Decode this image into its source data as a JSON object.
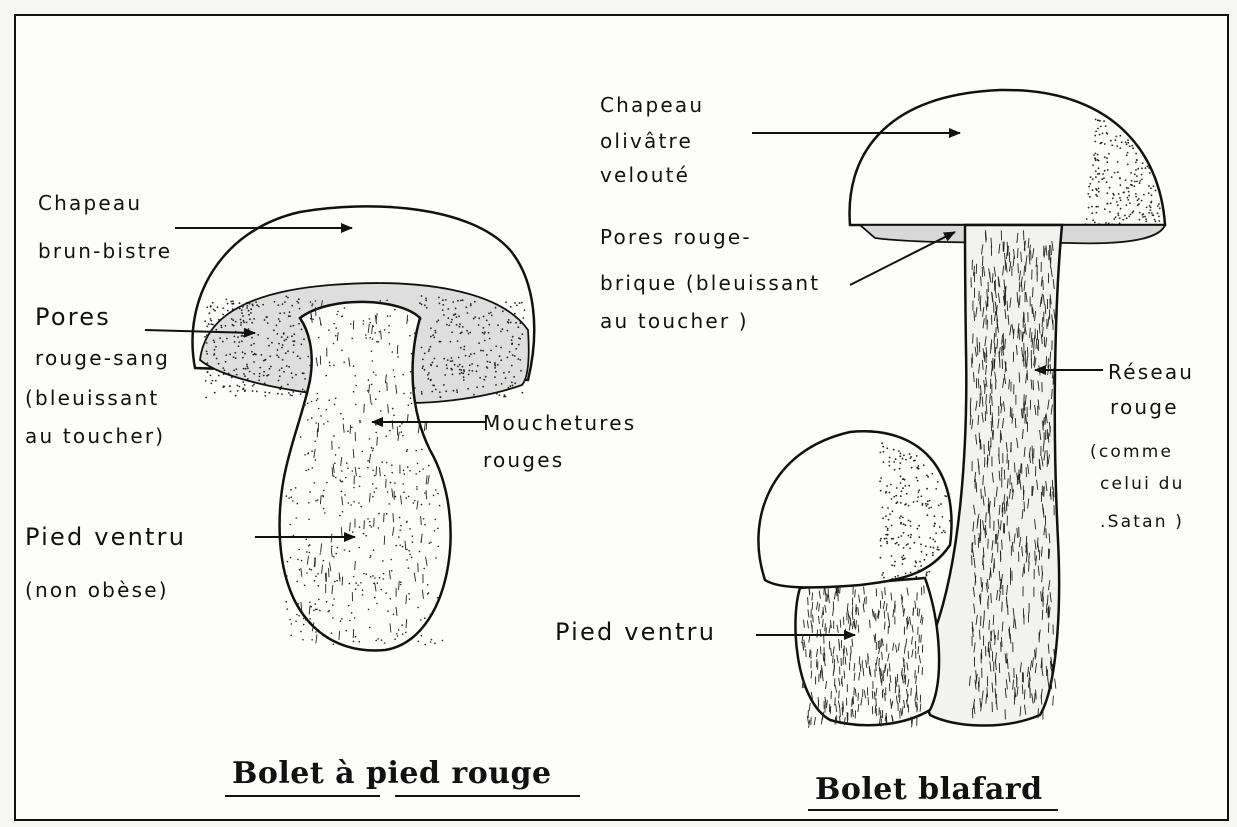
{
  "left_species": {
    "title": "Bolet à pied rouge",
    "cap_label": [
      "Chapeau",
      "brun-bistre"
    ],
    "pores_label": [
      "Pores",
      "rouge-sang",
      "(bleuissant",
      "au toucher)"
    ],
    "speckle_label": [
      "Mouchetures",
      "rouges"
    ],
    "stem_label": [
      "Pied ventru",
      "(non obèse)"
    ]
  },
  "right_species": {
    "title": "Bolet blafard",
    "cap_label": [
      "Chapeau",
      "olivâtre",
      "velouté"
    ],
    "pores_label": [
      "Pores rouge-",
      "brique (bleuissant",
      "au toucher )"
    ],
    "net_label": [
      "Réseau",
      "rouge",
      "(comme",
      "celui du",
      ".Satan )"
    ],
    "stem_label": [
      "Pied ventru"
    ]
  }
}
